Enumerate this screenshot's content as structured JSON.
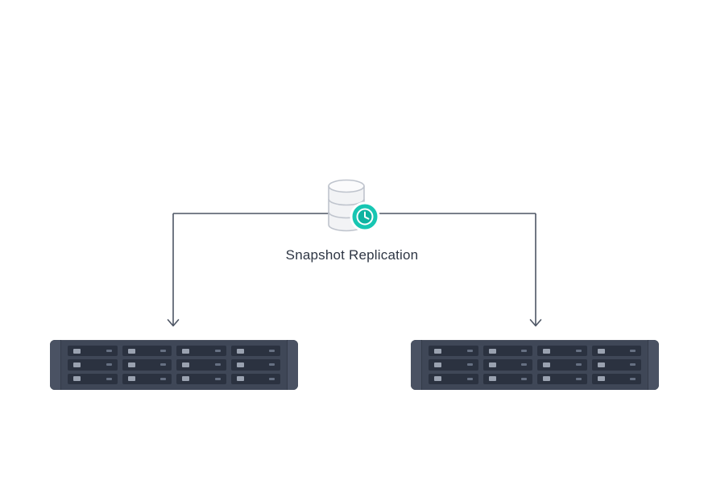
{
  "diagram": {
    "title": "Snapshot Replication",
    "icon": {
      "name": "database-snapshot-icon",
      "badge": "clock-badge"
    },
    "colors": {
      "connector": "#4d5564",
      "badge_teal": "#17c6b2",
      "badge_teal_dark": "#0fb3a1",
      "chassis": "#3f4757",
      "ear": "#4a5263",
      "bay": "#2b3240",
      "db_fill": "#f2f3f5",
      "db_stroke": "#bfc4cd"
    },
    "servers": [
      {
        "name": "destination-nas-left",
        "bay_rows": 3,
        "bay_columns": 4
      },
      {
        "name": "destination-nas-right",
        "bay_rows": 3,
        "bay_columns": 4
      }
    ]
  }
}
